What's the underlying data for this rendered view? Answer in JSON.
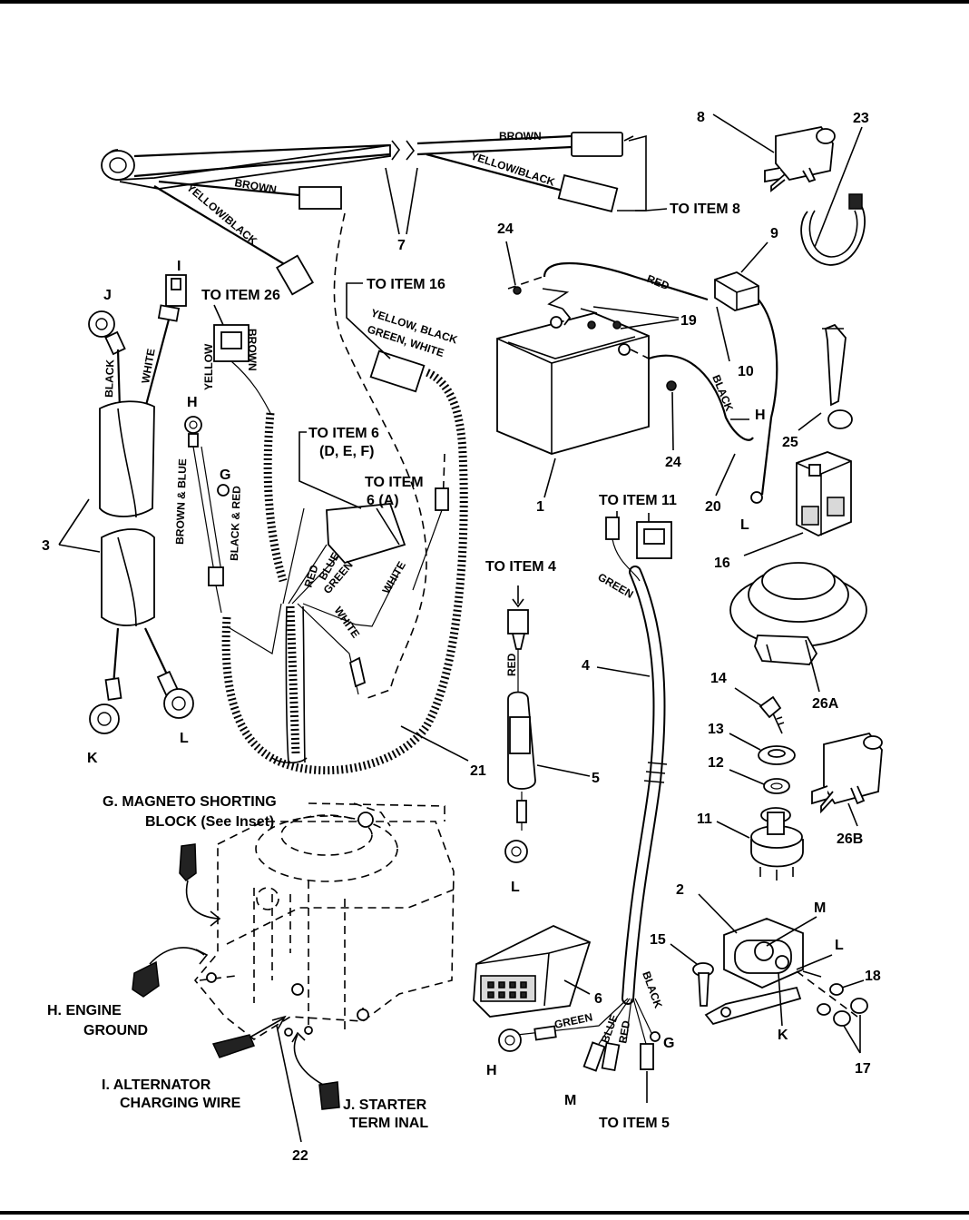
{
  "wires": {
    "brown_1": "BROWN",
    "yellow_black_1": "YELLOW/BLACK",
    "brown_2": "BROWN",
    "yellow_black_2": "YELLOW/BLACK",
    "black_3": "BLACK",
    "white_3": "WHITE",
    "yellow_26": "YELLOW",
    "brown_26": "BROWN",
    "brown_blue": "BROWN & BLUE",
    "black_red": "BLACK & RED",
    "red_h": "RED",
    "blue_h": "BLUE",
    "green_h": "GREEN",
    "white_h1": "WHITE",
    "white_h2": "WHITE",
    "yellow_black_green_white_1": "YELLOW, BLACK",
    "yellow_black_green_white_2": "GREEN, WHITE",
    "red_batt": "RED",
    "black_batt": "BLACK",
    "green_4": "GREEN",
    "red_5": "RED",
    "green_bot": "GREEN",
    "blue_bot": "BLUE",
    "red_bot": "RED",
    "black_bot": "BLACK"
  },
  "callouts": {
    "to_item_8": "TO ITEM 8",
    "to_item_16": "TO ITEM 16",
    "to_item_26": "TO ITEM 26",
    "to_item_6_def_1": "TO ITEM 6",
    "to_item_6_def_2": "(D, E, F)",
    "to_item_6a_1": "TO ITEM",
    "to_item_6a_2": "6 (A)",
    "to_item_11": "TO ITEM 11",
    "to_item_4": "TO ITEM 4",
    "to_item_5": "TO ITEM 5"
  },
  "engine_labels": {
    "g_line1": "G. MAGNETO SHORTING",
    "g_line2": "BLOCK (See Inset)",
    "h_line1": "H. ENGINE",
    "h_line2": "GROUND",
    "i_line1": "I. ALTERNATOR",
    "i_line2": "CHARGING WIRE",
    "j_line1": "J. STARTER",
    "j_line2": "TERM INAL"
  },
  "letters": {
    "i_top": "I",
    "j_top": "J",
    "h_mid": "H",
    "g_mid": "G",
    "k_left": "K",
    "l_left": "L",
    "h_batt": "H",
    "l_batt": "L",
    "l_plug": "L",
    "h_bot": "H",
    "m_bot": "M",
    "g_bot": "G",
    "m_sol": "M",
    "l_sol": "L",
    "k_sol": "K"
  },
  "numbers": {
    "n7": "7",
    "n8": "8",
    "n23": "23",
    "n9": "9",
    "n24a": "24",
    "n19": "19",
    "n10": "10",
    "n24b": "24",
    "n1": "1",
    "n20": "20",
    "n25": "25",
    "n16": "16",
    "n3": "3",
    "n21": "21",
    "n4": "4",
    "n5": "5",
    "n26a": "26A",
    "n14": "14",
    "n13": "13",
    "n12": "12",
    "n11": "11",
    "n26b": "26B",
    "n2": "2",
    "n15": "15",
    "n18": "18",
    "n17": "17",
    "n6": "6",
    "n22": "22"
  }
}
